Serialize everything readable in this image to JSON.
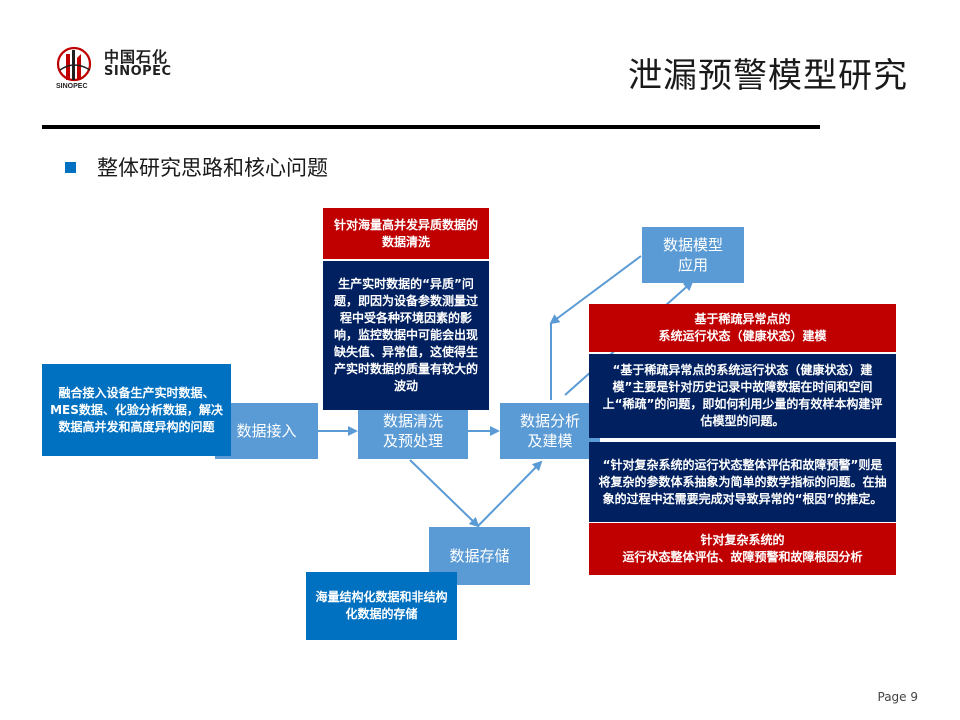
{
  "header": {
    "logo_cn": "中国石化",
    "logo_en": "SINOPEC",
    "title": "泄漏预警模型研究"
  },
  "section": {
    "subtitle": "整体研究思路和核心问题"
  },
  "nodes": {
    "ingest": "数据接入",
    "clean": "数据清洗\n及预处理",
    "analysis": "数据分析\n及建模",
    "storage": "数据存储",
    "application": "数据模型\n应用"
  },
  "callouts": {
    "ingest_note": "融合接入设备生产实时数据、MES数据、化验分析数据，解决数据高并发和高度异构的问题",
    "clean_header": "针对海量高并发异质数据的数据清洗",
    "clean_body": "生产实时数据的“异质”问题，即因为设备参数测量过程中受各种环境因素的影响，监控数据中可能会出现缺失值、异常值，这使得生产实时数据的质量有较大的波动",
    "storage_note": "海量结构化数据和非结构化数据的存储",
    "sparse_header": "基于稀疏异常点的\n系统运行状态（健康状态）建模",
    "sparse_body": "“基于稀疏异常点的系统运行状态（健康状态）建模”主要是针对历史记录中故障数据在时间和空间上“稀疏”的问题，即如何利用少量的有效样本构建评估模型的问题。",
    "complex_body": "“针对复杂系统的运行状态整体评估和故障预警”则是将复杂的参数体系抽象为简单的数学指标的问题。在抽象的过程中还需要完成对导致异常的“根因”的推定。",
    "complex_header": "针对复杂系统的\n运行状态整体评估、故障预警和故障根因分析"
  },
  "footer": {
    "page": "Page 9"
  },
  "colors": {
    "process_fill": "#5b9bd5",
    "arrow": "#5b9bd5",
    "callout_red": "#c00000",
    "callout_navy": "#002060",
    "callout_blue": "#0070c0",
    "bullet": "#0070c0"
  }
}
